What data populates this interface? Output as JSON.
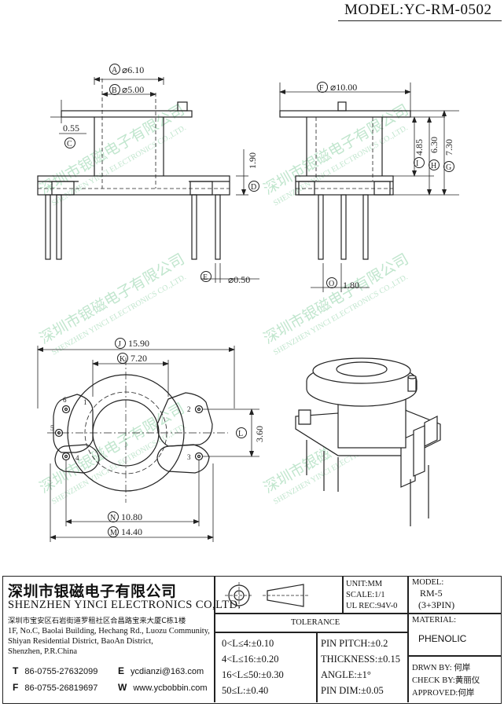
{
  "header": {
    "model_label": "MODEL:YC-RM-0502"
  },
  "watermark": {
    "text_cn": "深圳市银磁电子有限公司",
    "text_en": "SHENZHEN YINCI ELECTRONICS CO.,LTD."
  },
  "drawing": {
    "front_view": {
      "dim_A": "⌀6.10",
      "dim_B": "⌀5.00",
      "dim_C": "0.55",
      "dim_D": "1.90",
      "dim_E": "⌀0.50",
      "letter_A": "A",
      "letter_B": "B",
      "letter_C": "C",
      "letter_D": "D",
      "letter_E": "E"
    },
    "side_view": {
      "dim_F": "⌀10.00",
      "dim_I": "4.85",
      "dim_H": "6.30",
      "dim_G": "7.30",
      "dim_O": "1.80",
      "letter_F": "F",
      "letter_I": "I",
      "letter_H": "H",
      "letter_G": "G",
      "letter_O": "O"
    },
    "bottom_view": {
      "dim_J": "15.90",
      "dim_K": "7.20",
      "dim_L": "3.60",
      "dim_N": "10.80",
      "dim_M": "14.40",
      "letter_J": "J",
      "letter_K": "K",
      "letter_L": "L",
      "letter_N": "N",
      "letter_M": "M",
      "pins": [
        "1",
        "2",
        "3",
        "4",
        "5",
        "6"
      ]
    }
  },
  "company": {
    "name_cn": "深圳市银磁电子有限公司",
    "name_en": "SHENZHEN YINCI ELECTRONICS CO,LTD.",
    "address_cn": "深圳市宝安区石岩街道罗租社区合昌路宝来大厦C栋1楼",
    "address_en": [
      "1F, No.C, Baolai Building, Hechang Rd., Luozu Community,",
      "Shiyan Residential District, BaoAn District,",
      "Shenzhen, P.R.China"
    ],
    "contacts": [
      {
        "key": "T",
        "value": "86-0755-27632099"
      },
      {
        "key": "F",
        "value": "86-0755-26819697"
      },
      {
        "key": "E",
        "value": "ycdianzi@163.com"
      },
      {
        "key": "W",
        "value": "www.ycbobbin.com"
      }
    ]
  },
  "specs": {
    "unit": "UNIT:MM",
    "scale": "SCALE:1/1",
    "ul_rec": "UL REC:94V-0",
    "model_title": "MODEL:",
    "model_name": "RM-5",
    "model_pins": "(3+3PIN)",
    "material_title": "MATERIAL:",
    "material": "PHENOLIC",
    "tolerance_title": "TOLERANCE",
    "tolerance_rows": [
      "0<L≤4:±0.10",
      "4<L≤16:±0.20",
      "16<L≤50:±0.30",
      "50≤L:±0.40"
    ],
    "pin_rows": [
      "PIN PITCH:±0.2",
      "THICKNESS:±0.15",
      "ANGLE:±1°",
      "PIN DIM:±0.05"
    ],
    "drawn_by": "DRWN BY: 何岸",
    "check_by": "CHECK BY:黄丽仪",
    "approved": "APPROVED:何岸"
  }
}
